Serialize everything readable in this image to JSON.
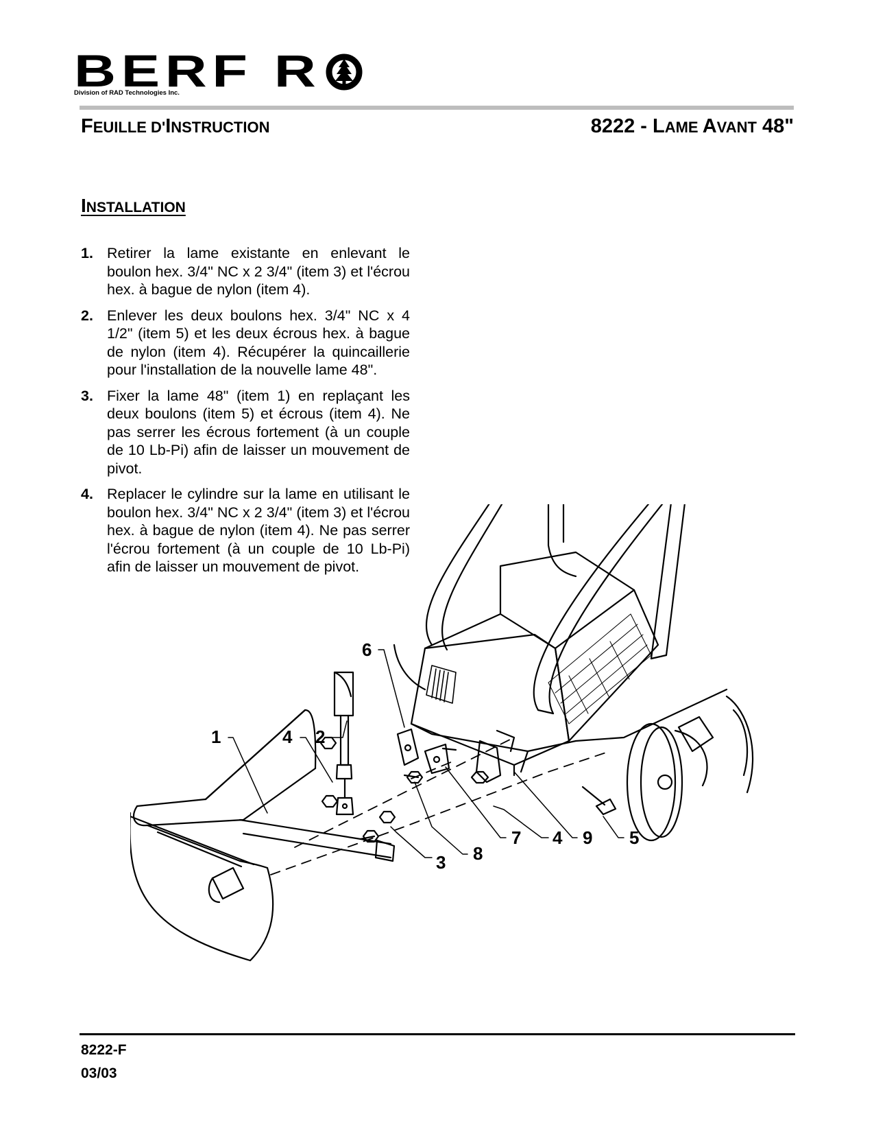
{
  "logo": {
    "word": "BERF  R",
    "subtitle": "Division of RAD Technologies Inc."
  },
  "header": {
    "left": {
      "cap1": "F",
      "sc1": "EUILLE D'",
      "cap2": "I",
      "sc2": "NSTRUCTION"
    },
    "right": {
      "lead": "8222 - L",
      "sc1": "AME ",
      "cap2": "A",
      "sc2": "VANT",
      "tail": " 48\""
    }
  },
  "section": {
    "cap": "I",
    "rest": "NSTALLATION"
  },
  "steps": [
    {
      "num": "1.",
      "text": "Retirer la lame existante en enlevant le boulon hex. 3/4\" NC x 2 3/4\" (item 3) et l'écrou hex. à bague de nylon (item 4)."
    },
    {
      "num": "2.",
      "text": "Enlever les deux boulons hex. 3/4\" NC x 4 1/2\" (item 5) et les deux écrous hex. à bague de nylon (item 4). Récupérer la quincaillerie pour l'installation de la nouvelle lame 48\"."
    },
    {
      "num": "3.",
      "text": "Fixer la lame 48\" (item 1) en replaçant les deux boulons (item 5) et écrous (item 4). Ne pas serrer les écrous fortement (à un couple de 10 Lb-Pi) afin de laisser un mouvement de pivot."
    },
    {
      "num": "4.",
      "text": "Replacer le cylindre sur la lame en utilisant le boulon hex. 3/4\" NC x 2 3/4\" (item 3) et l'écrou hex. à bague de nylon (item 4). Ne pas serrer l'écrou fortement (à un couple de 10 Lb-Pi) afin de laisser un mouvement de pivot."
    }
  ],
  "callouts": {
    "c1": "1",
    "c4a": "4",
    "c2": "2",
    "c6": "6",
    "c3": "3",
    "c8": "8",
    "c7": "7",
    "c4b": "4",
    "c9": "9",
    "c5": "5"
  },
  "footer": {
    "code": "8222-F",
    "date": "03/03"
  }
}
